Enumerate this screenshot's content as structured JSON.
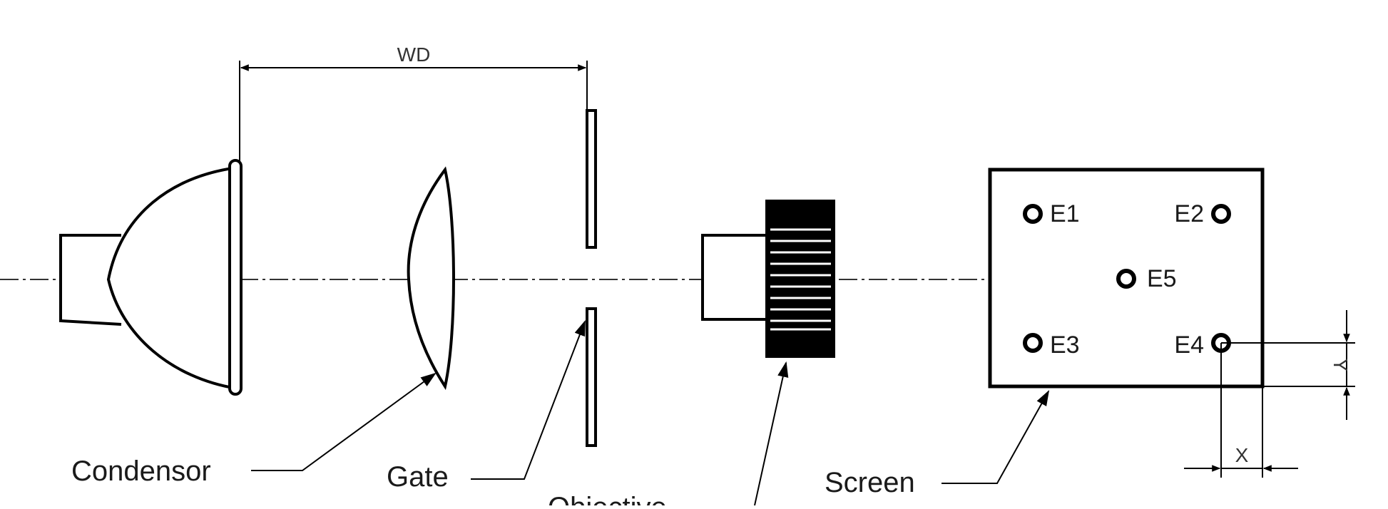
{
  "diagram": {
    "dimension_labels": {
      "working_distance": "WD",
      "x_offset": "X",
      "y_offset": "Y"
    },
    "components": {
      "condensor": "Condensor",
      "gate": "Gate",
      "objective": "Objective",
      "screen": "Screen"
    },
    "measurement_points": [
      "E1",
      "E2",
      "E3",
      "E4",
      "E5"
    ],
    "colors": {
      "line": "#000000",
      "dimension_line": "#333333",
      "background": "#ffffff"
    }
  }
}
